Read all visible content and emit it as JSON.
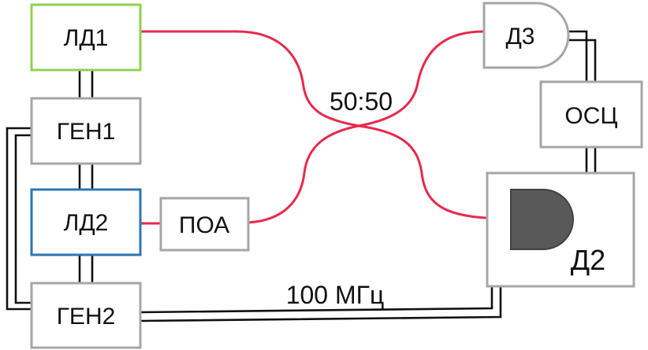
{
  "blocks": {
    "ld1": {
      "label": "ЛД1",
      "border": "#92d050"
    },
    "gen1": {
      "label": "ГЕН1",
      "border": "#a6a6a6"
    },
    "ld2": {
      "label": "ЛД2",
      "border": "#2e75b6"
    },
    "gen2": {
      "label": "ГЕН2",
      "border": "#a6a6a6"
    },
    "poa": {
      "label": "ПОА",
      "border": "#a6a6a6"
    },
    "d3": {
      "label": "Д3",
      "border": "#a6a6a6"
    },
    "osc": {
      "label": "ОСЦ",
      "border": "#a6a6a6"
    },
    "d2": {
      "label": "Д2",
      "border": "#a6a6a6"
    }
  },
  "coupler": {
    "label": "50:50"
  },
  "link": {
    "label": "100 МГц"
  },
  "colors": {
    "fiber": "#e8294c",
    "cable": "#111111",
    "detector_fill": "#595959"
  }
}
